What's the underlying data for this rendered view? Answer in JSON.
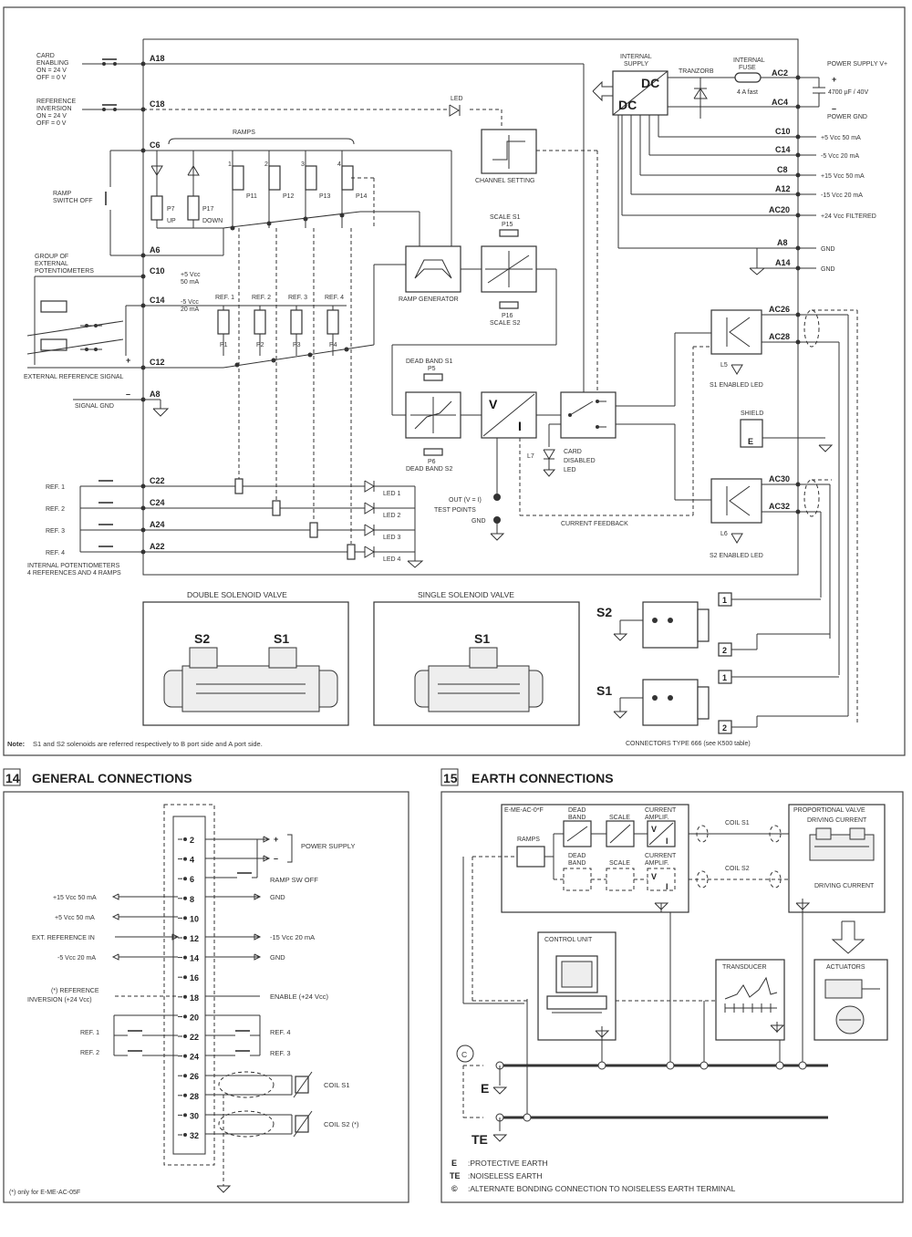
{
  "main": {
    "left_inputs": {
      "card_enabling": [
        "CARD",
        "ENABLING",
        "ON = 24 V",
        "OFF = 0 V"
      ],
      "reference_inversion": [
        "REFERENCE",
        "INVERSION",
        "ON = 24 V",
        "OFF = 0 V"
      ],
      "ramp_switch_off": [
        "RAMP",
        "SWITCH OFF"
      ],
      "group_external_pots": [
        "GROUP OF",
        "EXTERNAL",
        "POTENTIOMETERS"
      ],
      "external_reference_signal": "EXTERNAL REFERENCE SIGNAL",
      "signal_gnd": "SIGNAL GND",
      "refs": [
        "REF. 1",
        "REF. 2",
        "REF. 3",
        "REF. 4"
      ],
      "internal_pots": [
        "INTERNAL POTENTIOMETERS",
        "4 REFERENCES AND 4 RAMPS"
      ]
    },
    "terminals_left": [
      "A18",
      "C18",
      "C6",
      "A6",
      "C10",
      "C14",
      "C12",
      "A8",
      "C22",
      "C24",
      "A24",
      "A22"
    ],
    "plus_sign": "+",
    "minus_sign": "–",
    "pot_supply": {
      "c10": [
        "+5 Vcc",
        "50 mA"
      ],
      "c14": [
        "-5 Vcc",
        "20 mA"
      ]
    },
    "ramps": {
      "title": "RAMPS",
      "up_down": [
        "P7",
        "UP",
        "P17",
        "DOWN"
      ],
      "nums": [
        "1",
        "2",
        "3",
        "4"
      ],
      "pots": [
        "P11",
        "P12",
        "P13",
        "P14"
      ]
    },
    "refs_pots": {
      "labels": [
        "REF. 1",
        "REF. 2",
        "REF. 3",
        "REF. 4"
      ],
      "pots": [
        "P1",
        "P2",
        "P3",
        "P4"
      ]
    },
    "led_label": "LED",
    "channel_setting": "CHANNEL SETTING",
    "ramp_generator": "RAMP GENERATOR",
    "scale": {
      "s1": "SCALE S1",
      "p15": "P15",
      "p16": "P16",
      "s2": "SCALE S2"
    },
    "dead_band": {
      "s1": "DEAD BAND S1",
      "p5": "P5",
      "p6": "P6",
      "s2": "DEAD BAND S2"
    },
    "vi": {
      "v": "V",
      "i": "I"
    },
    "card_disabled": [
      "L7",
      "CARD",
      "DISABLED",
      "LED"
    ],
    "test_points": {
      "out": "OUT (V = I)",
      "tp": "TEST POINTS",
      "gnd": "GND"
    },
    "current_feedback": "CURRENT FEEDBACK",
    "leds": [
      "LED 1",
      "LED 2",
      "LED 3",
      "LED 4"
    ],
    "supply": {
      "internal_supply": [
        "INTERNAL",
        "SUPPLY"
      ],
      "dc": "DC",
      "tranzorb": "TRANZORB",
      "fuse": [
        "INTERNAL",
        "FUSE",
        "4 A fast"
      ],
      "cap": "4700 µF / 40V",
      "power_plus": "POWER SUPPLY V+",
      "power_gnd": "POWER GND"
    },
    "terminals_right": [
      "AC2",
      "AC4",
      "C10",
      "C14",
      "C8",
      "A12",
      "AC20",
      "A8",
      "A14",
      "AC26",
      "AC28",
      "AC30",
      "AC32"
    ],
    "right_labels": [
      "+5 Vcc 50 mA",
      "-5 Vcc 20 mA",
      "+15 Vcc 50 mA",
      "-15 Vcc 20 mA",
      "+24 Vcc FILTERED",
      "GND",
      "GND"
    ],
    "amp_s1": {
      "l5": "L5",
      "label": "S1 ENABLED LED"
    },
    "amp_s2": {
      "l6": "L6",
      "label": "S2 ENABLED LED"
    },
    "shield": {
      "label": "SHIELD",
      "e": "E"
    },
    "valves": {
      "double_title": "DOUBLE SOLENOID VALVE",
      "single_title": "SINGLE SOLENOID VALVE",
      "s1": "S1",
      "s2": "S2"
    },
    "connectors": {
      "pins": [
        "1",
        "2"
      ],
      "caption": "CONNECTORS TYPE 666 (see K500 table)"
    },
    "note_bold": "Note:",
    "note": "S1 and S2 solenoids are referred respectively to B port side and A port side."
  },
  "general": {
    "number": "14",
    "title": "GENERAL CONNECTIONS",
    "pins": [
      "2",
      "4",
      "6",
      "8",
      "10",
      "12",
      "14",
      "16",
      "18",
      "20",
      "22",
      "24",
      "26",
      "28",
      "30",
      "32"
    ],
    "right": {
      "power_supply": "POWER SUPPLY",
      "plus": "+",
      "minus": "–",
      "ramp_sw_off": "RAMP SW OFF",
      "gnd8": "GND",
      "minus15": "-15 Vcc  20 mA",
      "gnd14": "GND",
      "enable": "ENABLE (+24 Vcc)",
      "ref4": "REF. 4",
      "ref3": "REF. 3",
      "coil_s1": "COIL S1",
      "coil_s2": "COIL S2 (*)"
    },
    "left": {
      "p15": "+15 Vcc  50 mA",
      "p5": "+5 Vcc  50 mA",
      "ext": "EXT. REFERENCE IN",
      "m5": "-5 Vcc  20 mA",
      "ref_inv": [
        "(*) REFERENCE",
        "INVERSION (+24 Vcc)"
      ],
      "ref1": "REF. 1",
      "ref2": "REF. 2"
    },
    "footnote": "(*) only for E-ME-AC-05F"
  },
  "earth": {
    "number": "15",
    "title": "EARTH CONNECTIONS",
    "card": "E-ME-AC-0*F",
    "blocks": {
      "ramps": "RAMPS",
      "dead_band": [
        "DEAD",
        "BAND"
      ],
      "scale": "SCALE",
      "current_amp": [
        "CURRENT",
        "AMPLIF."
      ],
      "v": "V",
      "i": "I"
    },
    "coil_s1": "COIL S1",
    "coil_s2": "COIL S2",
    "prop_valve": "PROPORTIONAL VALVE",
    "driving_current": "DRIVING CURRENT",
    "control_unit": "CONTROL UNIT",
    "transducer": "TRANSDUCER",
    "actuators": "ACTUATORS",
    "c_mark": "C",
    "e": "E",
    "te": "TE",
    "legend": [
      {
        "key": "E",
        "text": ":PROTECTIVE EARTH"
      },
      {
        "key": "TE",
        "text": ":NOISELESS EARTH"
      },
      {
        "key": "©",
        "text": ":ALTERNATE BONDING CONNECTION TO NOISELESS EARTH TERMINAL"
      }
    ]
  }
}
